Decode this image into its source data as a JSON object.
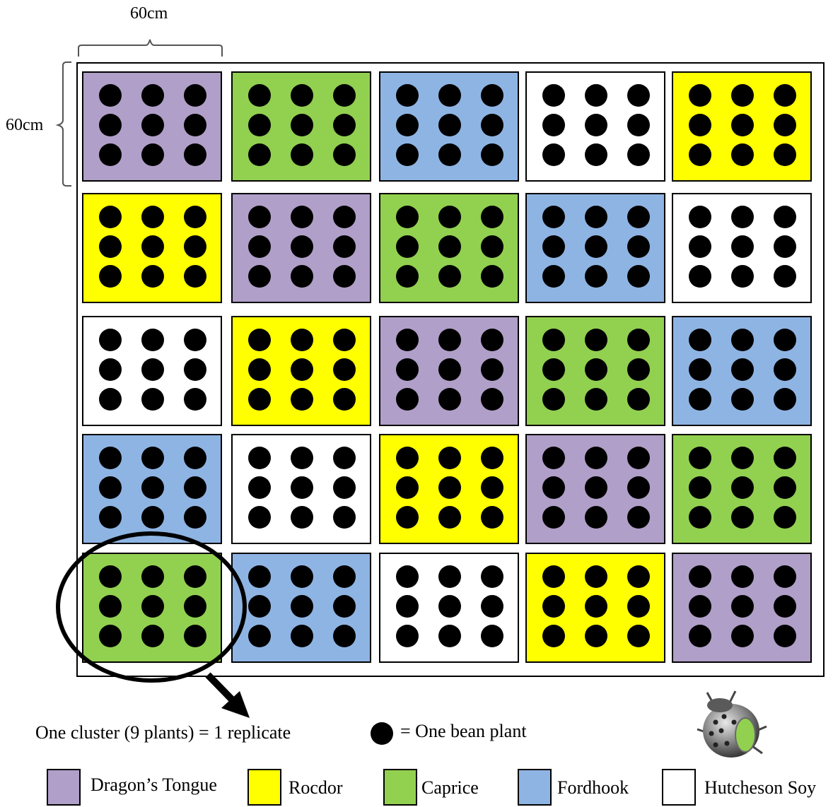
{
  "dimensions": {
    "width_label": "60cm",
    "height_label": "60cm"
  },
  "varieties": [
    {
      "key": "dragon",
      "name": "Dragon’s Tongue",
      "color": "#b09fc8"
    },
    {
      "key": "rocdor",
      "name": "Rocdor",
      "color": "#ffff00"
    },
    {
      "key": "caprice",
      "name": "Caprice",
      "color": "#92d050"
    },
    {
      "key": "fordhook",
      "name": "Fordhook",
      "color": "#8eb4e3"
    },
    {
      "key": "hutcheson",
      "name": "Hutcheson Soy",
      "color": "#ffffff"
    }
  ],
  "layout_grid": [
    [
      "dragon",
      "caprice",
      "fordhook",
      "hutcheson",
      "rocdor"
    ],
    [
      "rocdor",
      "dragon",
      "caprice",
      "fordhook",
      "hutcheson"
    ],
    [
      "hutcheson",
      "rocdor",
      "dragon",
      "caprice",
      "fordhook"
    ],
    [
      "fordhook",
      "hutcheson",
      "rocdor",
      "dragon",
      "caprice"
    ],
    [
      "caprice",
      "fordhook",
      "hutcheson",
      "rocdor",
      "dragon"
    ]
  ],
  "plants_per_plot": 9,
  "annotations": {
    "cluster_note": "One cluster (9 plants) = 1 replicate",
    "plant_note": "= One bean plant"
  }
}
